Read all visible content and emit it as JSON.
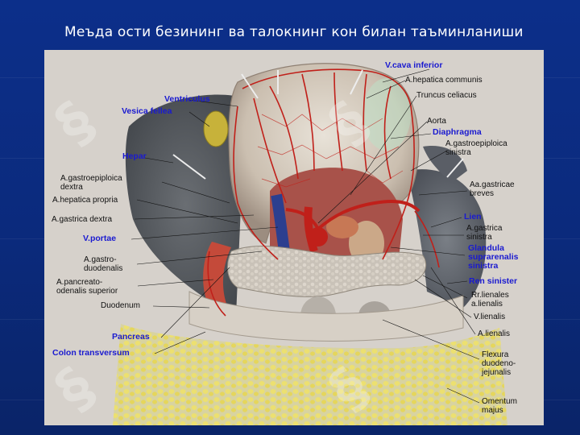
{
  "title": "Меъда ости безининг ва талокнинг кон билан таъминланиши",
  "labels": {
    "v_cava_inferior": "V.cava inferior",
    "a_hepatica_communis": "A.hepatica communis",
    "truncus_celiacus": "Truncus celiacus",
    "aorta": "Aorta",
    "diaphragma": "Diaphragma",
    "a_gastroepiploica_sinistra": "A.gastroepiploica\nsinistra",
    "aa_gastricae_breves": "Aa.gastricae\nbreves",
    "lien": "Lien",
    "a_gastrica_sinistra": "A.gastrica\nsinistra",
    "glandula_suprarenalis": "Glandula\nsuprarenalis\nsinistra",
    "ren_sinister": "Ren sinister",
    "rr_lienales": "Rr.lienales\na.lienalis",
    "v_lienalis": "V.lienalis",
    "a_lienalis": "A.lienalis",
    "flexura": "Flexura\nduodeno-\njejunalis",
    "omentum_majus": "Omentum\nmajus",
    "ventriculus": "Ventriculus",
    "vesica_fellea": "Vesica fellea",
    "hepar": "Hepar",
    "a_gastroepiploica_dextra": "A.gastroepiploica\ndextra",
    "a_hepatica_propria": "A.hepatica propria",
    "a_gastrica_dextra": "A.gastrica dextra",
    "v_portae": "V.portae",
    "a_gastroduodenalis": "A.gastro-\nduodenalis",
    "a_pancreaticoduodenalis": "A.pancreato-\nodenalis superior",
    "duodenum": "Duodenum",
    "pancreas": "Pancreas",
    "colon_transversum": "Colon transversum"
  },
  "colors": {
    "background": "#0b2a7c",
    "label_blue": "#1a1ad0",
    "label_black": "#111111",
    "artery": "#c0201a",
    "vein": "#2c3f8f"
  },
  "icons": [
    "watermark-logo-icon"
  ]
}
